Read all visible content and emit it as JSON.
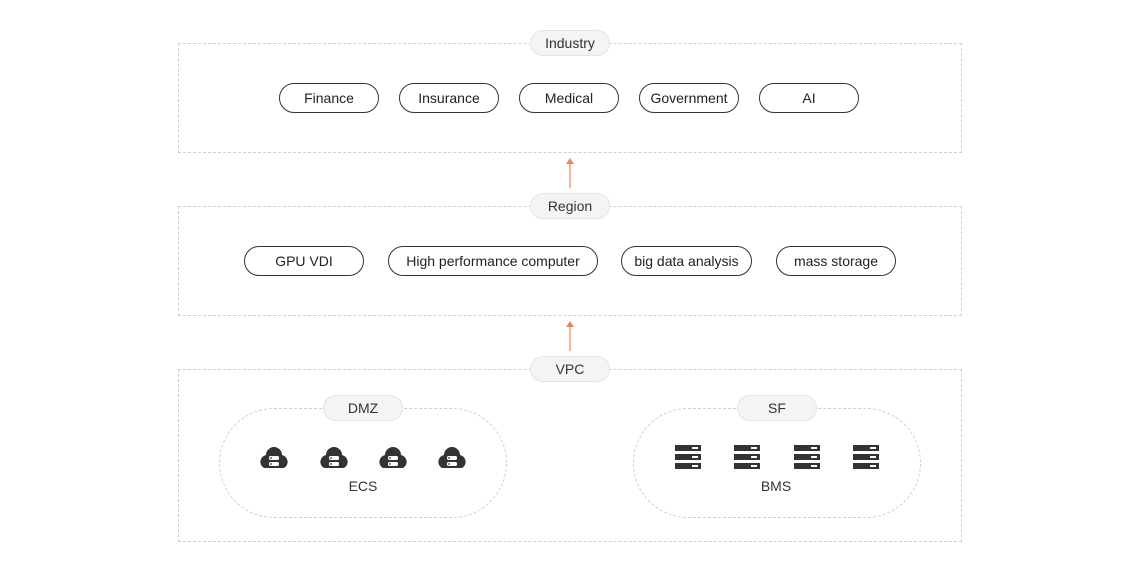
{
  "layers": {
    "industry": {
      "label": "Industry",
      "items": [
        "Finance",
        "Insurance",
        "Medical",
        "Government",
        "AI"
      ]
    },
    "region": {
      "label": "Region",
      "items": [
        "GPU VDI",
        "High performance computer",
        "big data analysis",
        "mass storage"
      ]
    },
    "vpc": {
      "label": "VPC",
      "zones": [
        {
          "label": "DMZ",
          "caption": "ECS",
          "icon": "cloud-server-icon",
          "count": 4
        },
        {
          "label": "SF",
          "caption": "BMS",
          "icon": "server-rack-icon",
          "count": 4
        }
      ]
    }
  },
  "colors": {
    "arrow": "#e8875a",
    "border": "#cfcfcf",
    "pill_border": "#333333",
    "icon": "#333333"
  }
}
